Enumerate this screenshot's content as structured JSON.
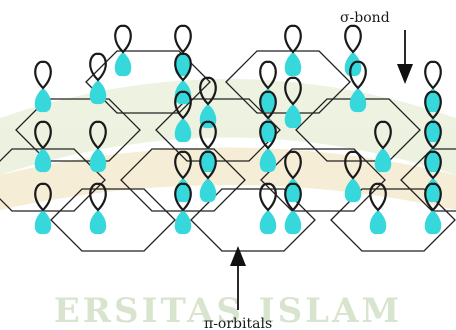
{
  "labels": {
    "sigma_bond": "σ-bond",
    "pi_orbitals": "π-orbitals"
  },
  "watermark": {
    "text": "ERSITAS ISLAM"
  },
  "colors": {
    "bond_line": "#222222",
    "lobe_fill": "#37d8dc",
    "lobe_stroke": "#1a1a1a",
    "watermark_band": "#cfe0bd",
    "watermark_tint": "#e3c98a"
  }
}
